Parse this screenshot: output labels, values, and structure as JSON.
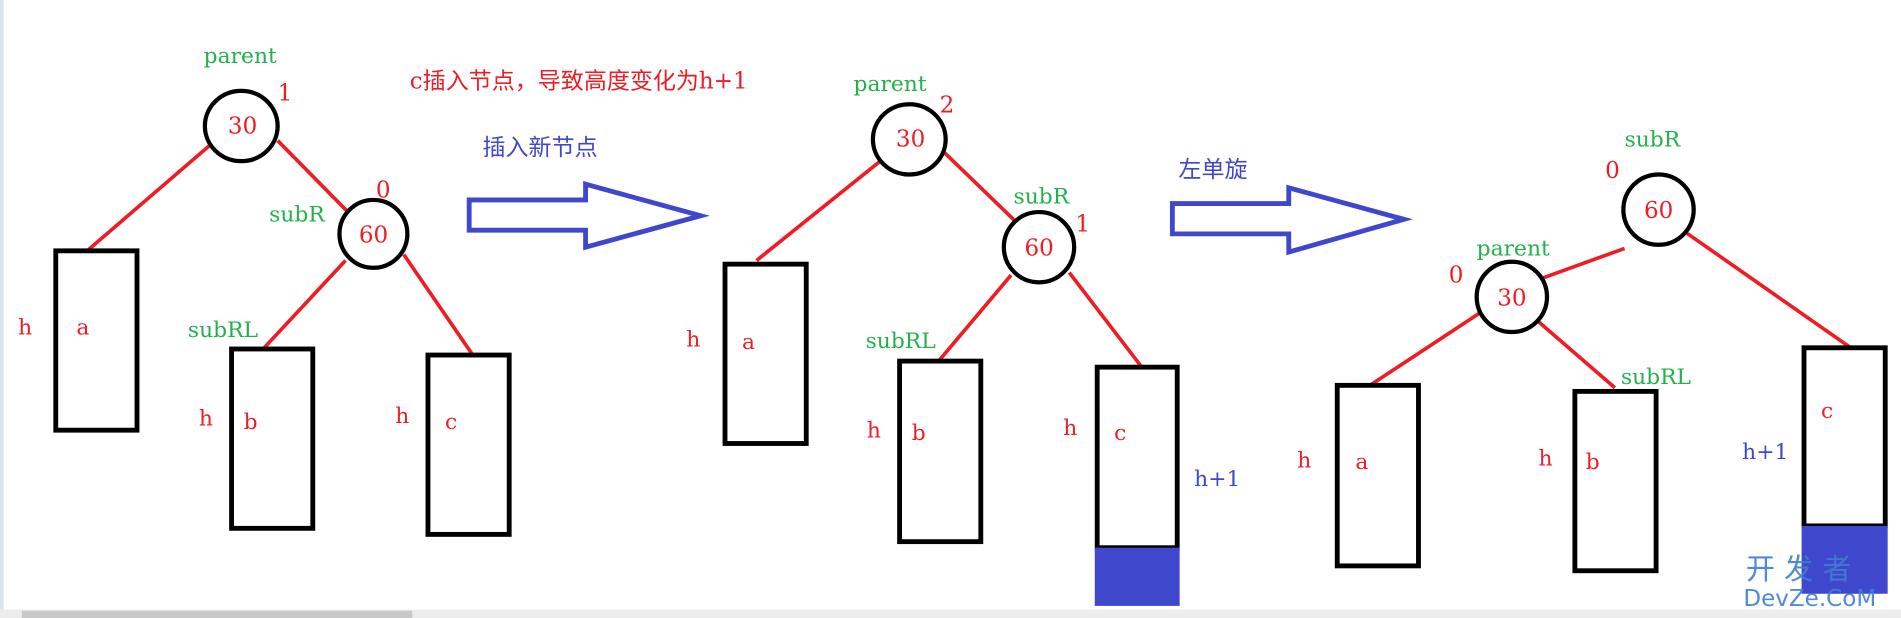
{
  "colors": {
    "red": "#ee1c24",
    "green": "#22b14c",
    "blue": "#3f48cc",
    "black": "#000000"
  },
  "captions": {
    "note": "c插入节点，导致高度变化为h+1",
    "step1": "插入新节点",
    "step2": "左单旋"
  },
  "diagram1": {
    "parent_label": "parent",
    "parent_value": "30",
    "parent_bf": "1",
    "subR_label": "subR",
    "subR_value": "60",
    "subR_bf": "0",
    "subRL_label": "subRL",
    "subtrees": [
      {
        "name": "a",
        "height": "h"
      },
      {
        "name": "b",
        "height": "h"
      },
      {
        "name": "c",
        "height": "h"
      }
    ]
  },
  "diagram2": {
    "parent_label": "parent",
    "parent_value": "30",
    "parent_bf": "2",
    "subR_label": "subR",
    "subR_value": "60",
    "subR_bf": "1",
    "subRL_label": "subRL",
    "subtrees": [
      {
        "name": "a",
        "height": "h"
      },
      {
        "name": "b",
        "height": "h"
      },
      {
        "name": "c",
        "height": "h"
      }
    ],
    "new_height": "h+1"
  },
  "diagram3": {
    "subR_label": "subR",
    "subR_value": "60",
    "subR_bf": "0",
    "parent_label": "parent",
    "parent_value": "30",
    "parent_bf": "0",
    "subRL_label": "subRL",
    "subtrees": [
      {
        "name": "a",
        "height": "h"
      },
      {
        "name": "b",
        "height": "h"
      },
      {
        "name": "c",
        "height": "h+1"
      }
    ]
  },
  "watermark": {
    "line1": "开 发 者",
    "line2": "DevZe.CoM"
  }
}
